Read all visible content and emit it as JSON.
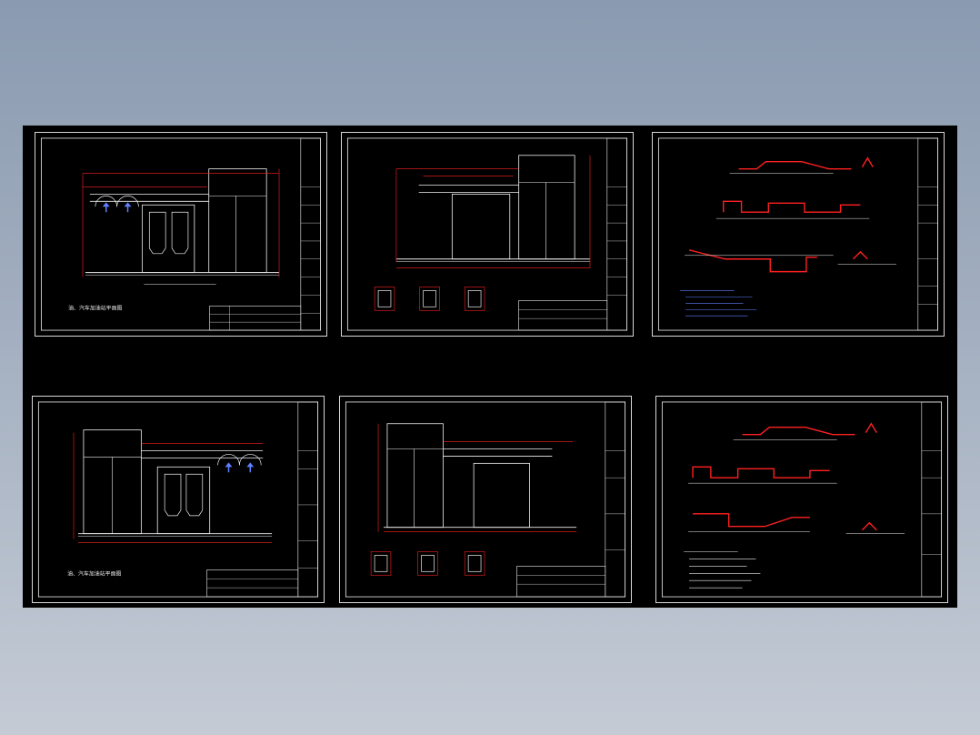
{
  "viewer": {
    "background_color": "#000000",
    "outside_gradient": [
      "#8a9ab0",
      "#c4cbd5"
    ]
  },
  "colors": {
    "frame": "#d8d8d8",
    "line_white": "#f0f0f0",
    "line_red": "#ff2020",
    "line_blue": "#6080ff"
  },
  "sheets": [
    {
      "id": "plan-1",
      "title_text": "油、汽车加油站平面图"
    },
    {
      "id": "elevation-1",
      "title_text": ""
    },
    {
      "id": "section-1",
      "title_text": ""
    },
    {
      "id": "plan-2",
      "title_text": "油、汽车加油站平面图"
    },
    {
      "id": "elevation-2",
      "title_text": ""
    },
    {
      "id": "section-2",
      "title_text": ""
    }
  ]
}
